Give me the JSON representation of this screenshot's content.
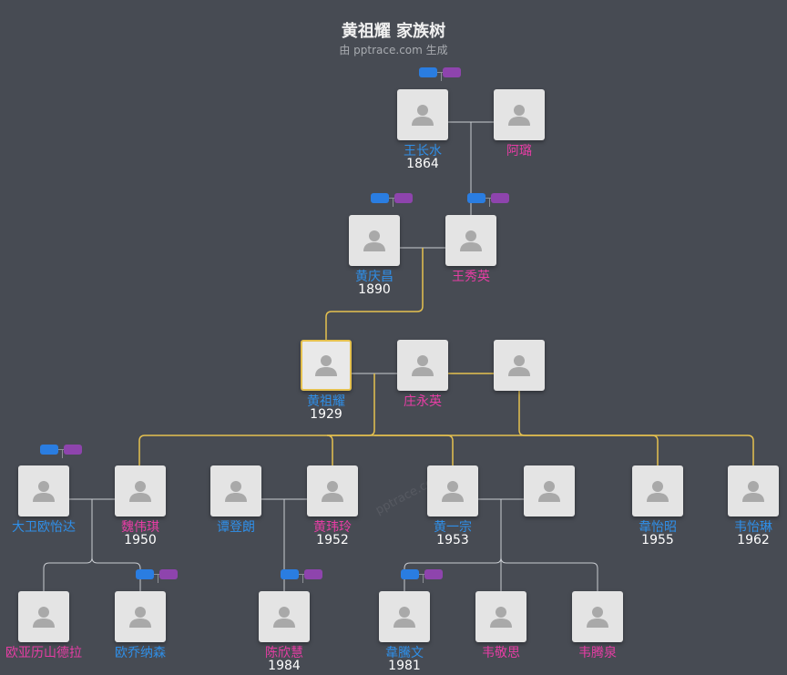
{
  "header": {
    "title": "黄祖耀 家族树",
    "subtitle": "由 pptrace.com 生成",
    "watermark": "pptrace.com"
  },
  "colors": {
    "male": "#2f8fe8",
    "female": "#e63da4",
    "line": "#c9ccd1",
    "lineline": "#e5c14f",
    "toggle_blue": "#2a7de1",
    "toggle_purple": "#8e44ad"
  },
  "people": [
    {
      "id": "p_wcs",
      "name": "王长水",
      "year": "1864",
      "gender": "m"
    },
    {
      "id": "p_al",
      "name": "阿璐",
      "year": "",
      "gender": "f"
    },
    {
      "id": "p_hqc",
      "name": "黄庆昌",
      "year": "1890",
      "gender": "m"
    },
    {
      "id": "p_wxy",
      "name": "王秀英",
      "year": "",
      "gender": "f"
    },
    {
      "id": "p_hzy",
      "name": "黄祖耀",
      "year": "1929",
      "gender": "m",
      "highlight": true
    },
    {
      "id": "p_zyy",
      "name": "庄永英",
      "year": "",
      "gender": "f"
    },
    {
      "id": "p_u1",
      "name": "",
      "year": "",
      "gender": "f"
    },
    {
      "id": "p_dw",
      "name": "大卫欧怡达",
      "year": "",
      "gender": "m"
    },
    {
      "id": "p_wwq",
      "name": "魏伟琪",
      "year": "1950",
      "gender": "f"
    },
    {
      "id": "p_tdl",
      "name": "谭登朗",
      "year": "",
      "gender": "m"
    },
    {
      "id": "p_hwl",
      "name": "黄玮玲",
      "year": "1952",
      "gender": "f"
    },
    {
      "id": "p_hyz",
      "name": "黄一宗",
      "year": "1953",
      "gender": "m"
    },
    {
      "id": "p_u2",
      "name": "",
      "year": "",
      "gender": "f"
    },
    {
      "id": "p_wyz",
      "name": "韋怡昭",
      "year": "1955",
      "gender": "m"
    },
    {
      "id": "p_wyl",
      "name": "韦怡琳",
      "year": "1962",
      "gender": "m"
    },
    {
      "id": "p_oylsdl",
      "name": "欧亚历山德拉",
      "year": "",
      "gender": "f"
    },
    {
      "id": "p_oqns",
      "name": "欧乔纳森",
      "year": "",
      "gender": "m"
    },
    {
      "id": "p_cxh",
      "name": "陈欣慧",
      "year": "1984",
      "gender": "f"
    },
    {
      "id": "p_wtw",
      "name": "韋騰文",
      "year": "1981",
      "gender": "m"
    },
    {
      "id": "p_wjs",
      "name": "韦敬思",
      "year": "",
      "gender": "f"
    },
    {
      "id": "p_wtq",
      "name": "韦腾泉",
      "year": "",
      "gender": "f"
    }
  ]
}
